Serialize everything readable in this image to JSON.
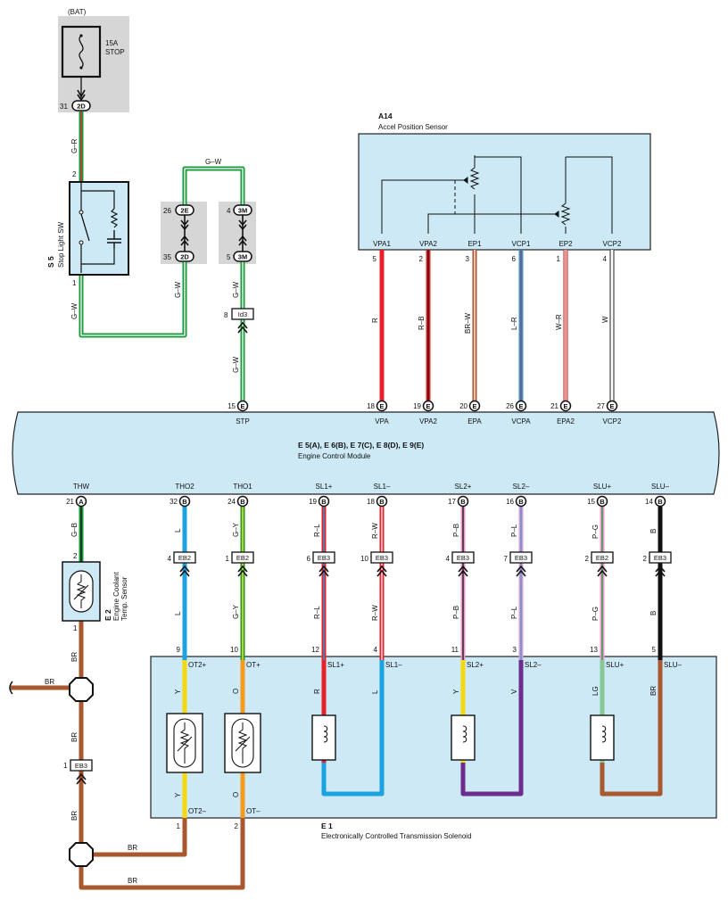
{
  "colors": {
    "green": "#1a9a3c",
    "red": "#e8202a",
    "brown": "#a9572e",
    "blue": "#1aa3e0",
    "yellow": "#f5d90c",
    "orange": "#f59a1e",
    "purple": "#6c2d8c",
    "pink": "#e99ac8",
    "lightgreen": "#86c896",
    "black": "#111111",
    "panel": "#cce9f5",
    "gray": "#d6d6d6"
  },
  "fuse": {
    "source": "(BAT)",
    "rating": "15A",
    "name": "STOP",
    "pin": "31",
    "conn": "2D"
  },
  "stop_switch": {
    "code": "S 5",
    "name": "Stop Light SW",
    "pin_top": "2",
    "pin_bottom": "1"
  },
  "junctions": {
    "top_2E": {
      "pin": "26",
      "conn": "2E"
    },
    "bot_2D": {
      "pin": "35",
      "conn": "2D"
    },
    "top_3M": {
      "pin": "4",
      "conn": "3M"
    },
    "bot_3M": {
      "pin": "5",
      "conn": "3M"
    },
    "id3": {
      "pin": "8",
      "conn": "Id3"
    }
  },
  "wires": {
    "gr": "G–R",
    "gw": "G–W",
    "r": "R",
    "rb": "R–B",
    "brw": "BR–W",
    "lr": "L–R",
    "wr": "W–R",
    "w": "W",
    "gb": "G–B",
    "l": "L",
    "gy": "G–Y",
    "rl": "R–L",
    "rw": "R–W",
    "pb": "P–B",
    "pl": "P–L",
    "pg": "P–G",
    "blk": "B",
    "br": "BR",
    "y": "Y",
    "o": "O",
    "v": "V",
    "lg": "LG"
  },
  "accel_sensor": {
    "code": "A14",
    "name": "Accel Position Sensor",
    "terms": [
      {
        "label": "VPA1",
        "pin": "5"
      },
      {
        "label": "VPA2",
        "pin": "2"
      },
      {
        "label": "EP1",
        "pin": "3"
      },
      {
        "label": "VCP1",
        "pin": "6"
      },
      {
        "label": "EP2",
        "pin": "1"
      },
      {
        "label": "VCP2",
        "pin": "4"
      }
    ]
  },
  "ecm": {
    "codes": "E 5(A), E 6(B), E 7(C), E 8(D), E 9(E)",
    "name": "Engine Control Module",
    "top_pins": [
      {
        "label": "STP",
        "pin": "15",
        "conn": "E"
      },
      {
        "label": "VPA",
        "pin": "18",
        "conn": "E"
      },
      {
        "label": "VPA2",
        "pin": "19",
        "conn": "E"
      },
      {
        "label": "EPA",
        "pin": "20",
        "conn": "E"
      },
      {
        "label": "VCPA",
        "pin": "26",
        "conn": "E"
      },
      {
        "label": "EPA2",
        "pin": "21",
        "conn": "E"
      },
      {
        "label": "VCP2",
        "pin": "27",
        "conn": "E"
      }
    ],
    "bottom_pins": [
      {
        "label": "THW",
        "pin": "21",
        "conn": "A"
      },
      {
        "label": "THO2",
        "pin": "32",
        "conn": "B"
      },
      {
        "label": "THO1",
        "pin": "24",
        "conn": "B"
      },
      {
        "label": "SL1+",
        "pin": "19",
        "conn": "B"
      },
      {
        "label": "SL1–",
        "pin": "18",
        "conn": "B"
      },
      {
        "label": "SL2+",
        "pin": "17",
        "conn": "B"
      },
      {
        "label": "SL2–",
        "pin": "16",
        "conn": "B"
      },
      {
        "label": "SLU+",
        "pin": "15",
        "conn": "B"
      },
      {
        "label": "SLU–",
        "pin": "14",
        "conn": "B"
      }
    ]
  },
  "eb_connectors": [
    {
      "pin": "4",
      "conn": "EB2"
    },
    {
      "pin": "1",
      "conn": "EB2"
    },
    {
      "pin": "6",
      "conn": "EB3"
    },
    {
      "pin": "10",
      "conn": "EB3"
    },
    {
      "pin": "4",
      "conn": "EB3"
    },
    {
      "pin": "7",
      "conn": "EB3"
    },
    {
      "pin": "2",
      "conn": "EB2"
    },
    {
      "pin": "2",
      "conn": "EB3"
    }
  ],
  "coolant_sensor": {
    "code": "E 2",
    "name_line1": "Engine Coolant",
    "name_line2": "Temp. Sensor",
    "pin_top": "2",
    "pin_bottom": "1"
  },
  "ground_conn": {
    "pin": "1",
    "conn": "EB3"
  },
  "solenoid": {
    "code": "E 1",
    "name": "Electronically Controlled Transmission Solenoid",
    "top_terms": [
      {
        "pin": "9",
        "label": "OT2+"
      },
      {
        "pin": "10",
        "label": "OT+"
      },
      {
        "pin": "12",
        "label": "SL1+"
      },
      {
        "pin": "4",
        "label": "SL1–"
      },
      {
        "pin": "11",
        "label": "SL2+"
      },
      {
        "pin": "3",
        "label": "SL2–"
      },
      {
        "pin": "13",
        "label": "SLU+"
      },
      {
        "pin": "5",
        "label": "SLU–"
      }
    ],
    "bottom_terms": [
      {
        "pin": "1",
        "label": "OT2–"
      },
      {
        "pin": "2",
        "label": "OT–"
      }
    ]
  }
}
